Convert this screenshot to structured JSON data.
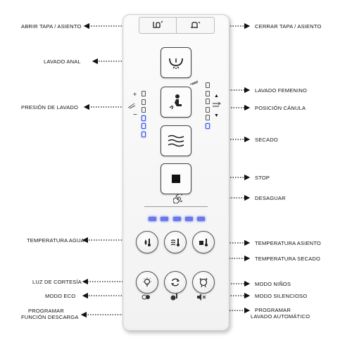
{
  "labels": {
    "abrir_tapa": "ABRIR TAPA / ASIENTO",
    "cerrar_tapa": "CERRAR TAPA / ASIENTO",
    "lavado_anal": "LAVADO ANAL",
    "lavado_femenino": "LAVADO FEMENINO",
    "presion_lavado": "PRESIÓN DE LAVADO",
    "posicion_canula": "POSICIÓN CÁNULA",
    "secado": "SECADO",
    "stop": "STOP",
    "desaguar": "DESAGUAR",
    "temperatura_agua": "TEMPERATURA AGUA",
    "temperatura_asiento": "TEMPERATURA ASIENTO",
    "temperatura_secado": "TEMPERATURA SECADO",
    "luz_cortesia": "LUZ DE CORTESÍA",
    "modo_ninos": "MODO NIÑOS",
    "modo_eco": "MODO ECO",
    "modo_silencioso": "MODO SILENCIOSO",
    "programar_descarga_1": "PROGRAMAR",
    "programar_descarga_2": "FUNCIÓN DESCARGA",
    "programar_lavado_1": "PROGRAMAR",
    "programar_lavado_2": "LAVADO AUTOMÁTICO"
  },
  "panel_symbols": {
    "plus": "+",
    "minus": "−"
  },
  "icons": {
    "open_lid": "open-lid-icon",
    "close_lid": "close-lid-icon",
    "anal_wash": "anal-wash-icon",
    "feminine_wash": "feminine-wash-icon",
    "dry": "dry-waves-icon",
    "stop": "stop-square-icon",
    "drain": "drain-swirl-icon",
    "water_temp": "water-temp-icon",
    "dry_temp": "dry-temp-icon",
    "seat_temp": "seat-temp-icon",
    "light": "light-bulb-icon",
    "auto": "refresh-icon",
    "kids": "kids-mode-icon"
  },
  "levels": {
    "pressure_active": 3,
    "pressure_total": 6,
    "position_active": 1,
    "position_total": 6,
    "indicator_leds": 5
  },
  "colors": {
    "led_blue": "#3a56d9",
    "panel_border": "#cfcfcf",
    "leader_line": "#111111"
  }
}
